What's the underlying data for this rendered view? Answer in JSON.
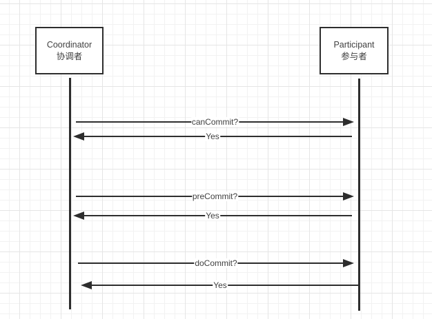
{
  "diagram": {
    "type": "sequence-diagram",
    "actors": [
      {
        "id": "coordinator",
        "label_en": "Coordinator",
        "label_zh": "协调者"
      },
      {
        "id": "participant",
        "label_en": "Participant",
        "label_zh": "参与者"
      }
    ],
    "messages": [
      {
        "label": "canCommit?",
        "direction": "right",
        "from": "coordinator",
        "to": "participant"
      },
      {
        "label": "Yes",
        "direction": "left",
        "from": "participant",
        "to": "coordinator"
      },
      {
        "label": "preCommit?",
        "direction": "right",
        "from": "coordinator",
        "to": "participant"
      },
      {
        "label": "Yes",
        "direction": "left",
        "from": "participant",
        "to": "coordinator"
      },
      {
        "label": "doCommit?",
        "direction": "right",
        "from": "coordinator",
        "to": "participant"
      },
      {
        "label": "Yes",
        "direction": "left",
        "from": "participant",
        "to": "coordinator"
      }
    ],
    "colors": {
      "stroke": "#2d2d2d",
      "text": "#404040",
      "background": "#ffffff",
      "grid_minor": "#f2f2f2",
      "grid_major": "#e5e5e5"
    }
  }
}
